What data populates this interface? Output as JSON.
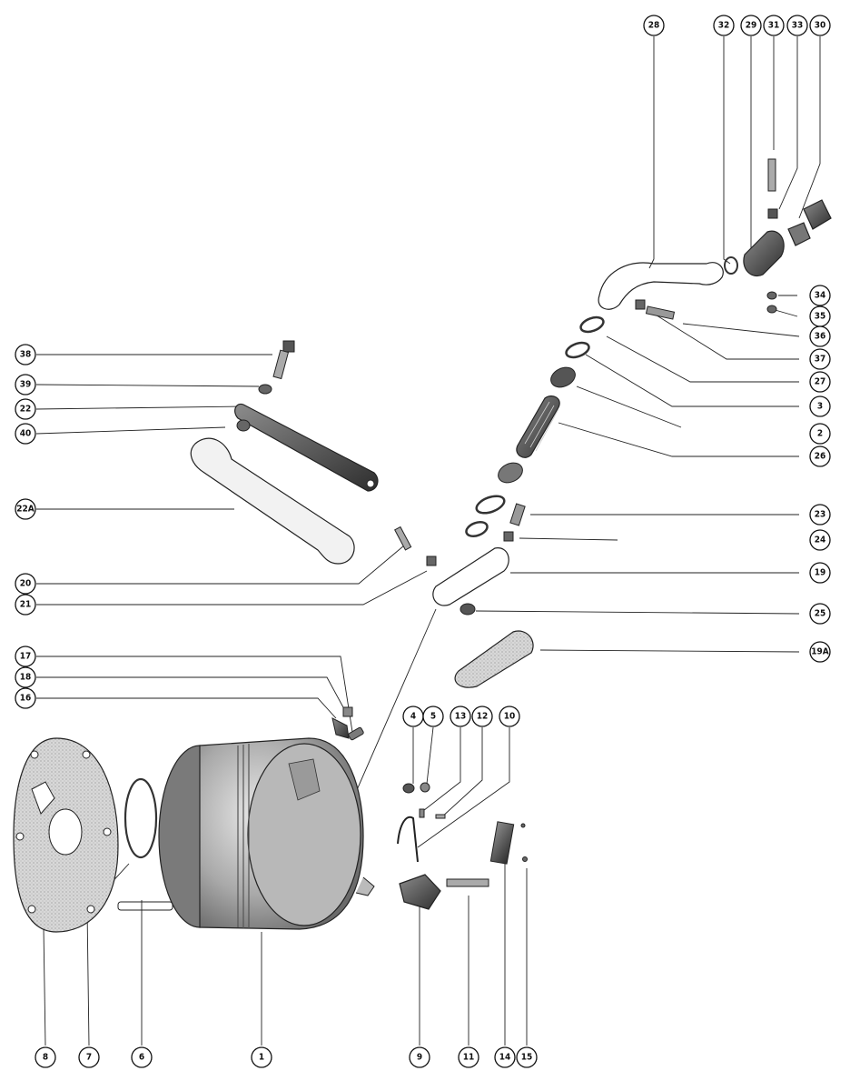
{
  "colors": {
    "ink": "#111111",
    "part_dark": "#5a5a5a",
    "part_mid": "#9a9a9a",
    "part_light": "#d2d2d2",
    "paper": "#ffffff"
  },
  "callouts": [
    {
      "id": "c28",
      "label": "28"
    },
    {
      "id": "c32",
      "label": "32"
    },
    {
      "id": "c29",
      "label": "29"
    },
    {
      "id": "c31",
      "label": "31"
    },
    {
      "id": "c33",
      "label": "33"
    },
    {
      "id": "c30",
      "label": "30"
    },
    {
      "id": "c34",
      "label": "34"
    },
    {
      "id": "c35",
      "label": "35"
    },
    {
      "id": "c36",
      "label": "36"
    },
    {
      "id": "c37",
      "label": "37"
    },
    {
      "id": "c27",
      "label": "27"
    },
    {
      "id": "c3",
      "label": "3"
    },
    {
      "id": "c2",
      "label": "2"
    },
    {
      "id": "c26",
      "label": "26"
    },
    {
      "id": "c23",
      "label": "23"
    },
    {
      "id": "c24",
      "label": "24"
    },
    {
      "id": "c19",
      "label": "19"
    },
    {
      "id": "c25",
      "label": "25"
    },
    {
      "id": "c19A",
      "label": "19A"
    },
    {
      "id": "c38",
      "label": "38"
    },
    {
      "id": "c39",
      "label": "39"
    },
    {
      "id": "c22",
      "label": "22"
    },
    {
      "id": "c40",
      "label": "40"
    },
    {
      "id": "c22A",
      "label": "22A"
    },
    {
      "id": "c20",
      "label": "20"
    },
    {
      "id": "c21",
      "label": "21"
    },
    {
      "id": "c17",
      "label": "17"
    },
    {
      "id": "c18",
      "label": "18"
    },
    {
      "id": "c16",
      "label": "16"
    },
    {
      "id": "c4",
      "label": "4"
    },
    {
      "id": "c5",
      "label": "5"
    },
    {
      "id": "c13",
      "label": "13"
    },
    {
      "id": "c12",
      "label": "12"
    },
    {
      "id": "c10",
      "label": "10"
    },
    {
      "id": "c8",
      "label": "8"
    },
    {
      "id": "c7",
      "label": "7"
    },
    {
      "id": "c6",
      "label": "6"
    },
    {
      "id": "c1",
      "label": "1"
    },
    {
      "id": "c9",
      "label": "9"
    },
    {
      "id": "c11",
      "label": "11"
    },
    {
      "id": "c14",
      "label": "14"
    },
    {
      "id": "c15",
      "label": "15"
    }
  ]
}
